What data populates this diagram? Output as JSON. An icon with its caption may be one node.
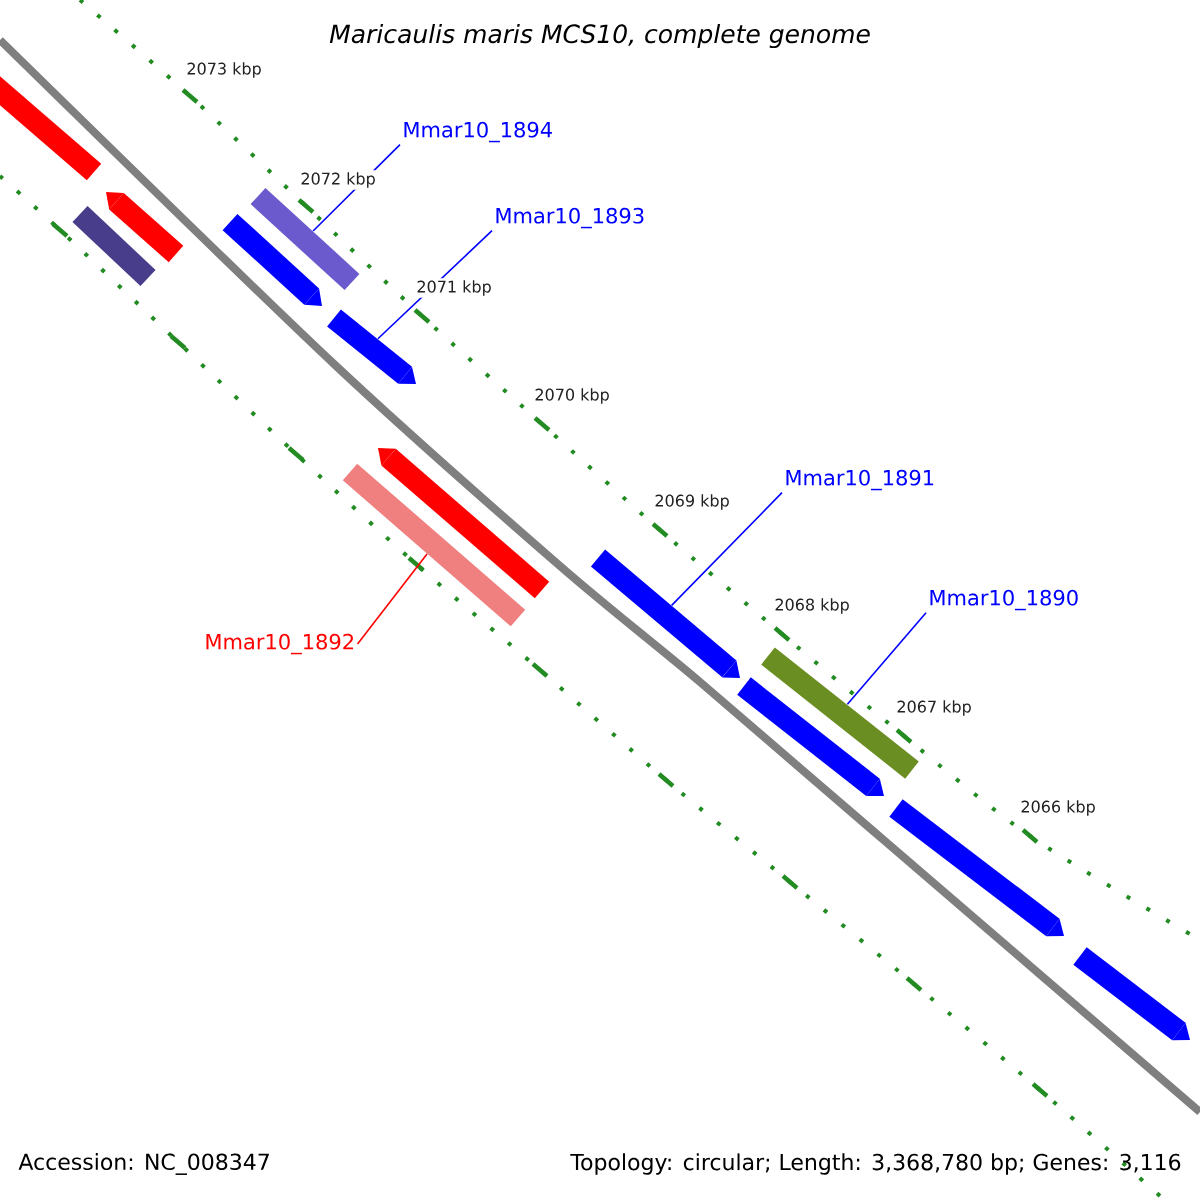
{
  "diagram": {
    "title": "Maricaulis maris MCS10, complete genome",
    "nodes": [
      {
        "text": [
          "Mmar10_1894"
        ]
      },
      {
        "text": [
          "Mmar10_1893"
        ]
      },
      {
        "text": [
          "Mmar10_1892"
        ]
      },
      {
        "text": [
          "Mmar10_1891"
        ]
      },
      {
        "text": [
          "Mmar10_1890"
        ]
      },
      {
        "text": [],
        "shape": "bar"
      },
      {
        "text": [],
        "shape": "arrow"
      },
      {
        "text": [],
        "shape": "bar"
      },
      {
        "text": [],
        "shape": "bar"
      },
      {
        "text": [],
        "shape": "arrow"
      },
      {
        "text": [],
        "shape": "arrow"
      },
      {
        "text": [],
        "shape": "arrow"
      },
      {
        "text": [],
        "shape": "bar"
      },
      {
        "text": [],
        "shape": "arrow"
      },
      {
        "text": [],
        "shape": "arrow"
      },
      {
        "text": [],
        "shape": "bar"
      },
      {
        "text": [],
        "shape": "arrow"
      },
      {
        "text": [],
        "shape": "arrow"
      }
    ],
    "edges": [
      {
        "from": 0,
        "to": 8,
        "arrow": "none"
      },
      {
        "from": 1,
        "to": 10,
        "arrow": "none"
      },
      {
        "from": 2,
        "to": 12,
        "arrow": "none",
        "color": "#ff0000"
      },
      {
        "from": 3,
        "to": 13,
        "arrow": "none"
      },
      {
        "from": 4,
        "to": 15,
        "arrow": "none"
      }
    ],
    "labels": [
      "2073 kbp",
      "2072 kbp",
      "2071 kbp",
      "2070 kbp",
      "2069 kbp",
      "2068 kbp",
      "2067 kbp",
      "2066 kbp",
      "Accession: NC_008347",
      "Topology: circular; Length: 3,368,780 bp; Genes: 3,116"
    ]
  }
}
